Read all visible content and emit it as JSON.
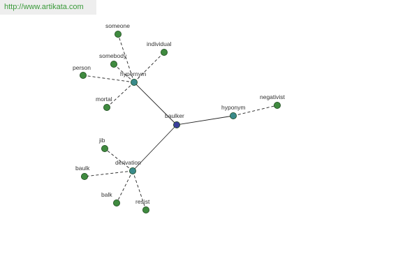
{
  "site": {
    "url_text": "http://www.artikata.com"
  },
  "colors": {
    "root_node": "#3a3f9a",
    "relation_node": "#3a8a8a",
    "term_node": "#3f8a3f",
    "node_stroke": "#1e4a1e",
    "edge": "#222222",
    "link_text": "#3a9a3a"
  },
  "graph": {
    "root": "baulker",
    "relations": [
      {
        "label": "hypernym",
        "terms": [
          "someone",
          "individual",
          "somebody",
          "person",
          "mortal"
        ]
      },
      {
        "label": "hyponym",
        "terms": [
          "negativist"
        ]
      },
      {
        "label": "derivation",
        "terms": [
          "jib",
          "baulk",
          "balk",
          "resist"
        ]
      }
    ]
  }
}
